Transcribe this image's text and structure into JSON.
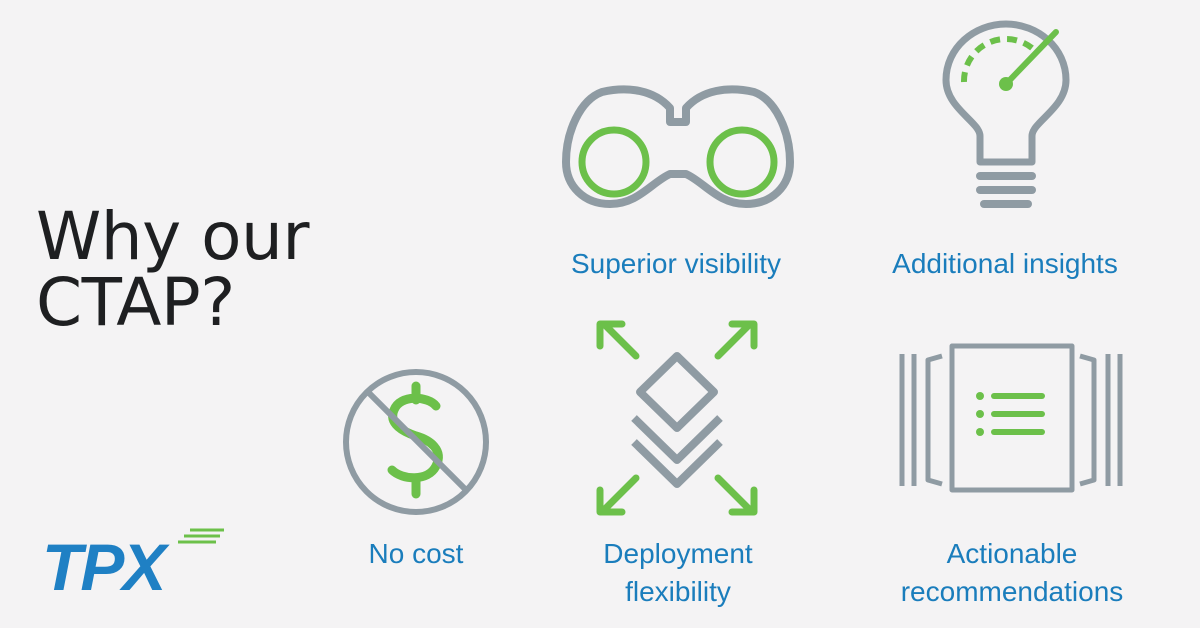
{
  "headline": {
    "line1": "Why our",
    "line2": "CTAP?"
  },
  "features": [
    {
      "label": "Superior visibility",
      "icon": "binoculars-icon"
    },
    {
      "label": "Additional insights",
      "icon": "lightbulb-gauge-icon"
    },
    {
      "label": "No cost",
      "icon": "no-dollar-icon"
    },
    {
      "label_line1": "Deployment",
      "label_line2": "flexibility",
      "icon": "layers-arrows-icon"
    },
    {
      "label_line1": "Actionable",
      "label_line2": "recommendations",
      "icon": "document-list-icon"
    }
  ],
  "logo": {
    "text": "TPX",
    "icon": "tpx-logo"
  },
  "colors": {
    "background": "#f4f3f4",
    "gray": "#8f9ba3",
    "green": "#6cc04a",
    "blue": "#1a7dbc",
    "text": "#1e1f21"
  }
}
